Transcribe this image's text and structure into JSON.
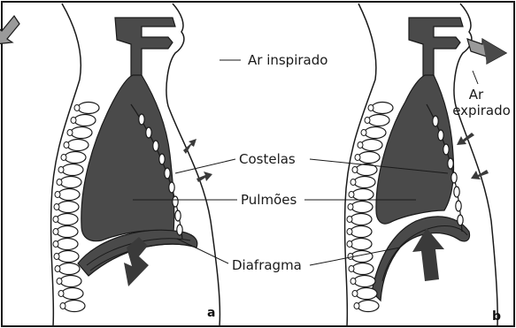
{
  "labels": {
    "inspired_air": "Ar inspirado",
    "expired_air_line1": "Ar",
    "expired_air_line2": "expirado",
    "ribs": "Costelas",
    "lungs": "Pulmões",
    "diaphragm": "Diafragma"
  },
  "panels": {
    "a": "a",
    "b": "b"
  },
  "colors": {
    "lung": "#4a4a4a",
    "outline": "#1a1a1a",
    "arrow": "#3a3a3a",
    "background": "#ffffff"
  }
}
